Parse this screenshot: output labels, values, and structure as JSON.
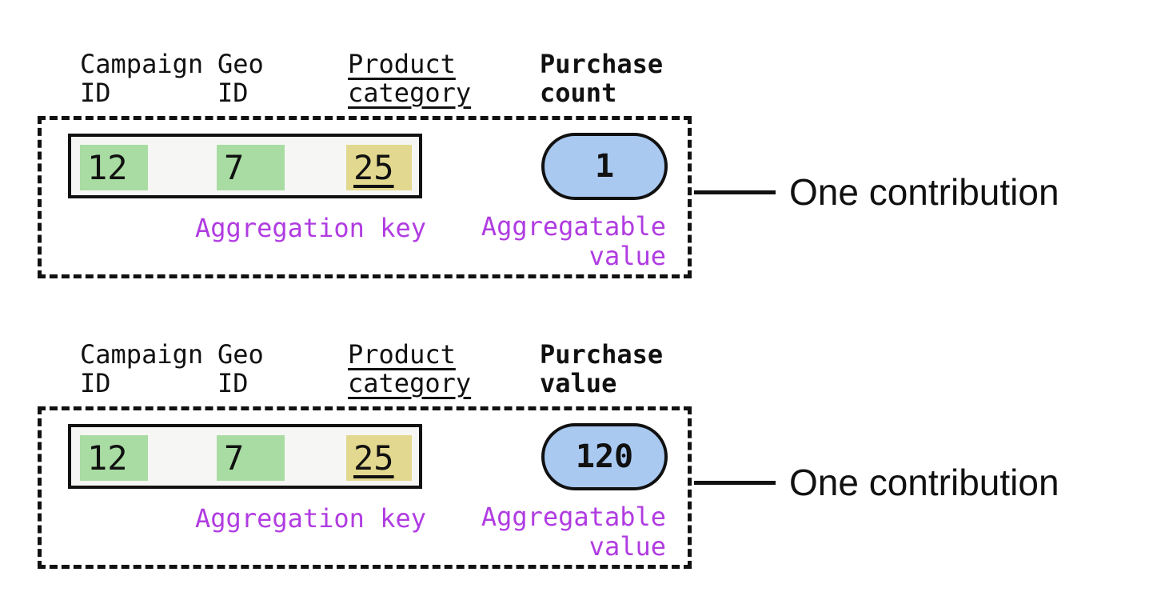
{
  "colors": {
    "key_highlight_green": "#a8dca2",
    "key_highlight_yellow": "#e3d88f",
    "value_pill_blue": "#a9c9f1",
    "label_purple": "#b03ce1",
    "ink_black": "#111111",
    "record_background": "#f6f6f4"
  },
  "sections": [
    {
      "headers": {
        "campaign": {
          "line1": "Campaign",
          "line2": "ID"
        },
        "geo": {
          "line1": "Geo",
          "line2": "ID"
        },
        "product": {
          "line1": "Product",
          "line2": "category"
        },
        "metric": {
          "line1": "Purchase",
          "line2": "count"
        }
      },
      "record": {
        "campaign_id": "12",
        "geo_id": "7",
        "product_category": "25"
      },
      "pill_value": "1",
      "aggregation_key_label": "Aggregation key",
      "aggregatable_value_label": {
        "line1": "Aggregatable",
        "line2": "value"
      },
      "annotation": "One contribution"
    },
    {
      "headers": {
        "campaign": {
          "line1": "Campaign",
          "line2": "ID"
        },
        "geo": {
          "line1": "Geo",
          "line2": "ID"
        },
        "product": {
          "line1": "Product",
          "line2": "category"
        },
        "metric": {
          "line1": "Purchase",
          "line2": "value"
        }
      },
      "record": {
        "campaign_id": "12",
        "geo_id": "7",
        "product_category": "25"
      },
      "pill_value": "120",
      "aggregation_key_label": "Aggregation key",
      "aggregatable_value_label": {
        "line1": "Aggregatable",
        "line2": "value"
      },
      "annotation": "One contribution"
    }
  ]
}
